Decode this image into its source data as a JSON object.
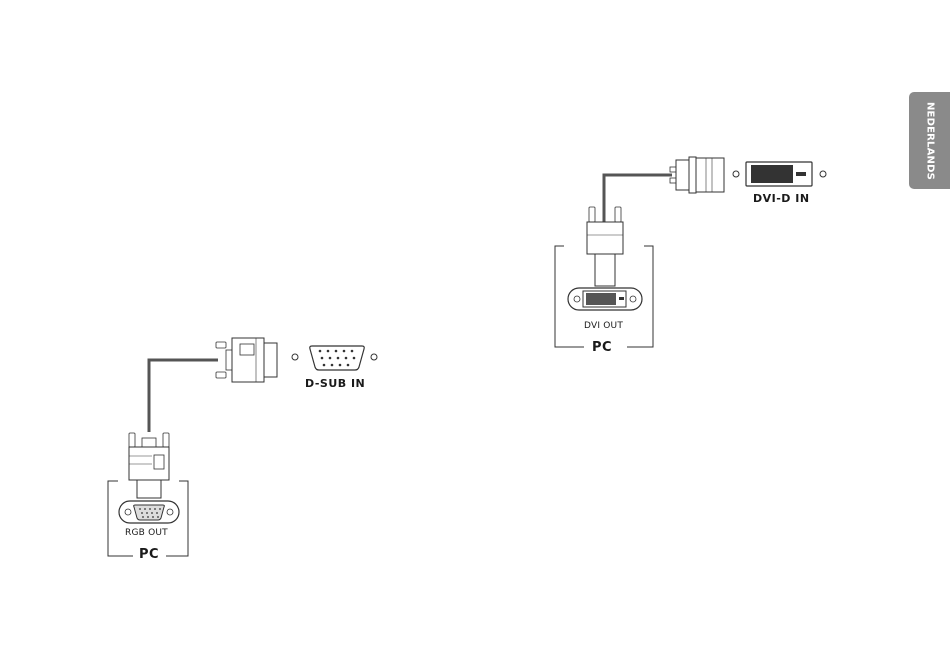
{
  "side_tab": {
    "label": "NEDERLANDS"
  },
  "dvi_diagram": {
    "monitor_port_label": "DVI-D IN",
    "pc_port_label": "DVI OUT",
    "pc_label": "PC"
  },
  "dsub_diagram": {
    "monitor_port_label": "D-SUB IN",
    "pc_port_label": "RGB OUT",
    "pc_label": "PC"
  }
}
